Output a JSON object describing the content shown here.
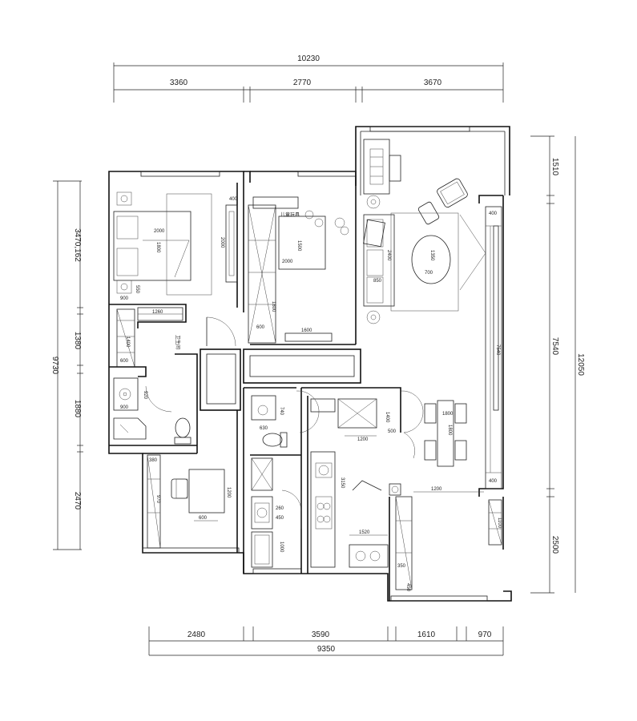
{
  "dimensions": {
    "top_total": "10230",
    "top_segments": [
      "3360",
      "2770",
      "3670"
    ],
    "bottom_total": "9350",
    "bottom_segments": [
      "2480",
      "3590",
      "1610",
      "970"
    ],
    "left_total": "9730",
    "left_segments": [
      "3470,162",
      "1380",
      "1880",
      "2470"
    ],
    "right_total": "12050",
    "right_segments": [
      "1510",
      "7540",
      "2500"
    ]
  },
  "room_labels": {
    "master_bed_w": "2000",
    "master_bed_h": "1800",
    "master_bed_side": "550",
    "master_bed_side2": "900",
    "master_tv": "2000",
    "master_tv_depth": "400",
    "master_wardrobe": "1260",
    "master_wardrobe_h": "1400",
    "master_wardrobe_d": "600",
    "master_bath_basin": "900",
    "master_bath_door": "920",
    "master_toilet_note": "卫生间",
    "second_bed_w": "2000",
    "second_bed_h": "1500",
    "second_wardrobe": "1800",
    "second_wardrobe_d": "600",
    "second_desk": "1600",
    "second_toy_note": "儿童玩具",
    "study_wardrobe": "380",
    "study_wardrobe_h": "970",
    "study_desk": "1200",
    "study_desk_w": "600",
    "living_sofa": "2400",
    "living_sofa_d": "850",
    "living_table": "1350",
    "living_table_d": "700",
    "living_wall_top": "400",
    "living_tv_wall": "7540",
    "living_wall_bottom": "400",
    "dining_table": "1800",
    "dining_chair": "1800",
    "dining_side": "1200",
    "balcony_cab": "1100",
    "kitchen_counter": "3150",
    "kitchen_sink": "1520",
    "kitchen_fridge": "1200",
    "kitchen_cab": "1400",
    "kitchen_cab_d": "500",
    "kitchen_tall": "350",
    "kitchen_tall2": "450",
    "bath2_basin": "740",
    "bath2_basin_d": "630",
    "bath2_cab": "260",
    "bath2_cab2": "450",
    "bath2_cab3": "1000"
  }
}
